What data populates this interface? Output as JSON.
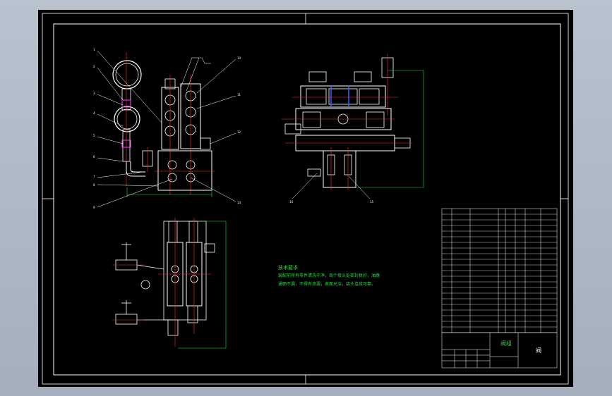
{
  "drawing": {
    "technical_notes_title": "技术要求",
    "technical_notes_lines": [
      "装配前所有零件清洗干净，各个接头处密封良好，油路",
      "通畅不漏，不得有渗漏，表面光洁，接头连接可靠。"
    ],
    "title_block": {
      "company_mark": "阀组",
      "drawing_name": "阀"
    }
  },
  "colors": {
    "sheet": "#000000",
    "outline": "#ffffff",
    "centerline": "#ff3030",
    "dimension": "#20e040",
    "hidden": "#ff40ff",
    "accent": "#4060ff"
  }
}
